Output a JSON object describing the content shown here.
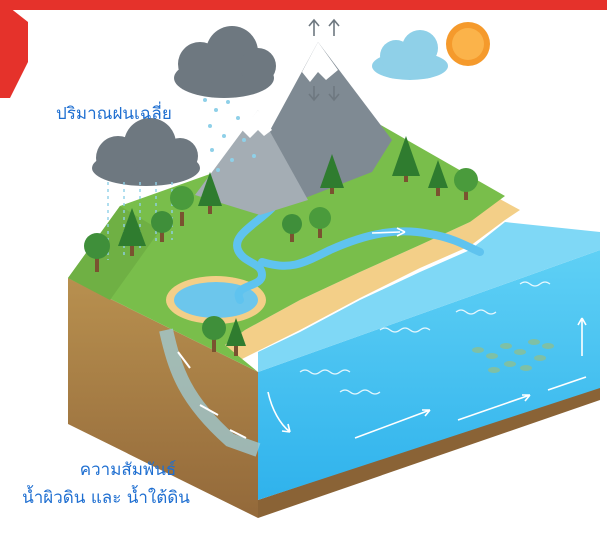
{
  "labels": {
    "precipitation": "ปริมาณฝนเฉลี่ย",
    "relationship_line1": "ความสัมพันธ์",
    "relationship_line2": "น้ำผิวดิน และ น้ำใต้ดิน"
  },
  "colors": {
    "frame_red": "#e5322b",
    "label_blue": "#1f6fd1",
    "ocean": "#4dc3f0",
    "grass": "#79be4b",
    "soil": "#a47c45",
    "sand": "#f3cf88",
    "mountain": "#7f8a93",
    "cloud": "#6e7880",
    "sun": "#f59a2c"
  }
}
